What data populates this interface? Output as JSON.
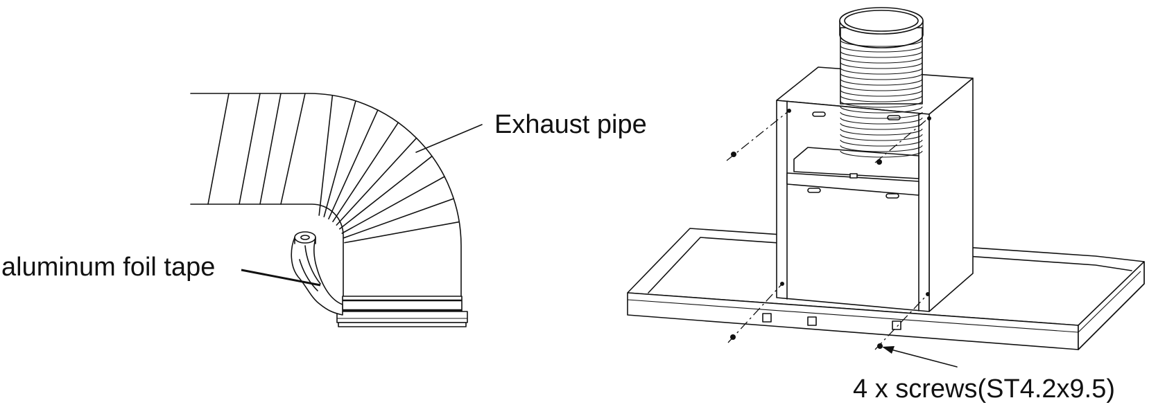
{
  "labels": {
    "exhaust_pipe": "Exhaust pipe",
    "foil_tape": "aluminum foil tape",
    "screws": "4 x screws(ST4.2x9.5)"
  },
  "colors": {
    "line": "#111111",
    "background": "#ffffff"
  }
}
